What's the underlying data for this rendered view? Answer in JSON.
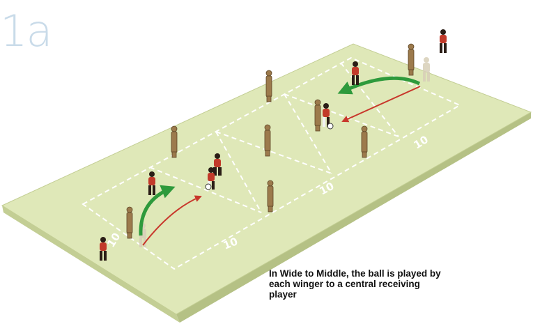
{
  "diagram": {
    "figure_label": "1a",
    "caption": "In Wide to Middle, the ball is played by each winger to a central receiving player",
    "distance_labels": [
      "10",
      "10",
      "10",
      "10"
    ],
    "colors": {
      "pitch": "#dfe8b8",
      "pitch_edge": "#c3ce94",
      "lines": "#ffffff",
      "mannequin": "#9c7a4c",
      "player_shirt": "#c23a2a",
      "player_skin": "#2a1d16",
      "pass_arrow": "#c8372b",
      "run_arrow": "#2e9a3c"
    }
  }
}
